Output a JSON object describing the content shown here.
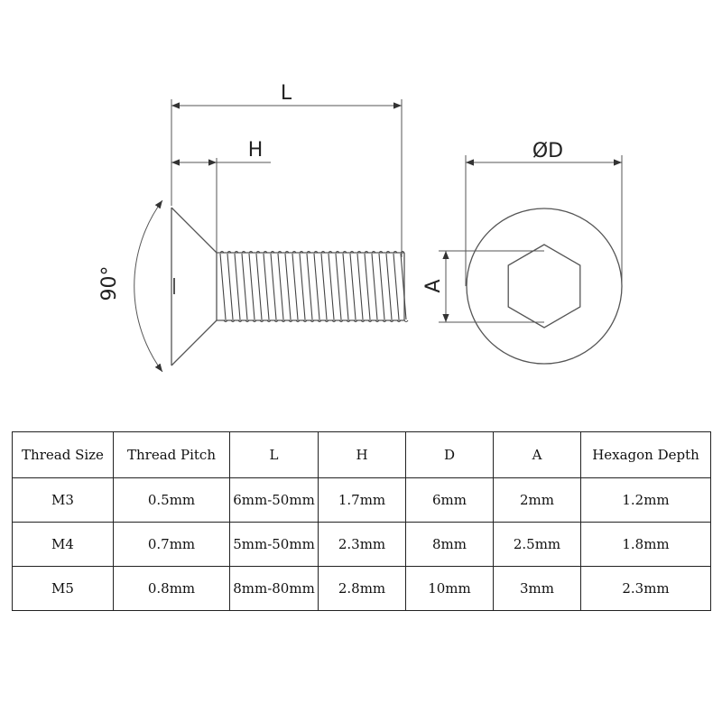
{
  "drawing": {
    "labels": {
      "length": "L",
      "head_height": "H",
      "diameter": "ØD",
      "angle": "90°",
      "hex_size": "A"
    },
    "colors": {
      "line": "#555555",
      "thread": "#444444",
      "text": "#222222"
    }
  },
  "table": {
    "headers": [
      "Thread Size",
      "Thread Pitch",
      "L",
      "H",
      "D",
      "A",
      "Hexagon Depth"
    ],
    "rows": [
      [
        "M3",
        "0.5mm",
        "6mm-50mm",
        "1.7mm",
        "6mm",
        "2mm",
        "1.2mm"
      ],
      [
        "M4",
        "0.7mm",
        "5mm-50mm",
        "2.3mm",
        "8mm",
        "2.5mm",
        "1.8mm"
      ],
      [
        "M5",
        "0.8mm",
        "8mm-80mm",
        "2.8mm",
        "10mm",
        "3mm",
        "2.3mm"
      ]
    ]
  }
}
